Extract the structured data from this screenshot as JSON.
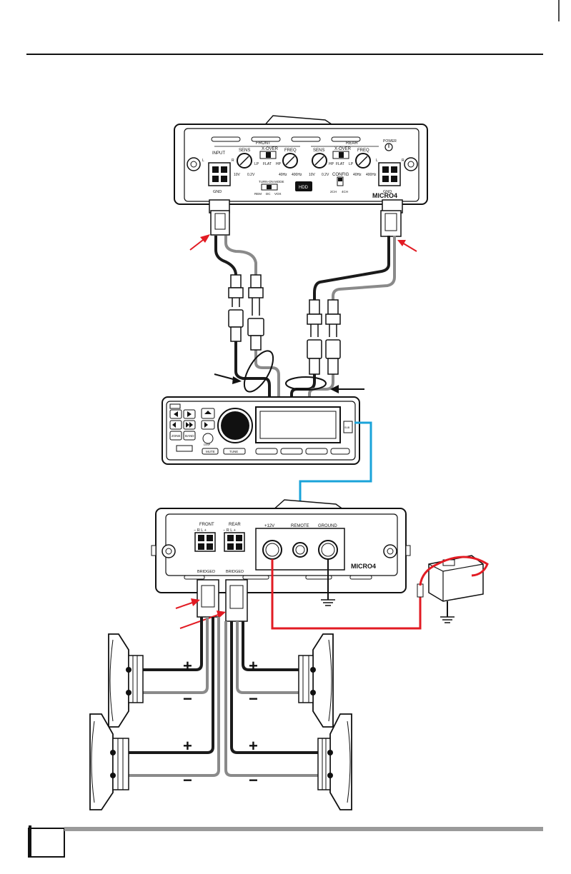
{
  "amp_top": {
    "front_section": "FRONT",
    "rear_section": "REAR",
    "input_label": "INPUT",
    "sens_label": "SENS",
    "xover_label": "X-OVER",
    "freq_label": "FREQ",
    "sens_min": "10V",
    "sens_max": "0.2V",
    "xover_lp": "LP",
    "xover_flat": "FLAT",
    "xover_hp": "HP",
    "freq_min": "40Hz",
    "freq_max": "400Hz",
    "turn_on_mode": "TURN-ON MODE",
    "mode_rem": "REM",
    "mode_dc": "DC",
    "mode_vox": "VOX",
    "config_label": "CONFIG",
    "config_2ch": "2CH",
    "config_4ch": "4CH",
    "power_label": "POWER",
    "gnd_label": "GND",
    "left_letter": "L",
    "right_letter": "R",
    "hdd_label": "HDD",
    "model_label": "MICRO4"
  },
  "head_unit": {
    "disp_label": "DISP",
    "band_label": "BAND",
    "mute_label": "MUTE",
    "tune_label": "TUNE",
    "zone_label": "ZONE",
    "sub_label": "SUB"
  },
  "amp_bottom": {
    "front_label": "FRONT",
    "rear_label": "REAR",
    "speaker_polarity": "− R    L +",
    "bridged_label": "BRIDGED",
    "plus12v_label": "+12V",
    "remote_label": "REMOTE",
    "ground_label": "GROUND",
    "model_label": "MICRO4"
  },
  "polarity": {
    "plus": "+",
    "minus": "−"
  },
  "colors": {
    "signal_left": "#1a1a1a",
    "signal_right": "#8a8a8a",
    "remote_wire": "#1aa3d9",
    "power_wire": "#e21b23",
    "arrow_red": "#e21b23",
    "footer_bar": "#9a9a9a"
  }
}
